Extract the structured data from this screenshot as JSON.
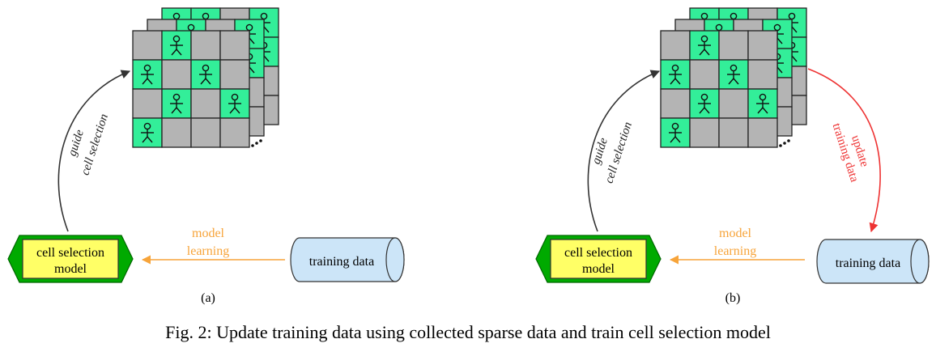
{
  "caption": "Fig. 2: Update training data using collected sparse data and train cell selection model",
  "colors": {
    "cell_occupied": "#33ee99",
    "cell_empty": "#b4b4b4",
    "model_fill": "#ffff66",
    "model_border": "#00aa00",
    "cylinder_fill": "#cce5f8",
    "learning_arrow": "#f7a43a",
    "guide_arrow": "#333333",
    "update_arrow": "#ee3333"
  },
  "icons": {
    "person": "person-icon",
    "ellipsis": "ellipsis-icon"
  },
  "grid_front": [
    [
      0,
      1,
      0,
      0
    ],
    [
      1,
      0,
      1,
      0
    ],
    [
      0,
      1,
      0,
      1
    ],
    [
      1,
      0,
      0,
      0
    ]
  ],
  "panels": [
    {
      "id": "a",
      "label": "(a)",
      "model_line1": "cell selection",
      "model_line2": "model",
      "training_data": "training data",
      "learning_line1": "model",
      "learning_line2": "learning",
      "guide_line1": "guide",
      "guide_line2": "cell selection"
    },
    {
      "id": "b",
      "label": "(b)",
      "model_line1": "cell selection",
      "model_line2": "model",
      "training_data": "training data",
      "learning_line1": "model",
      "learning_line2": "learning",
      "guide_line1": "guide",
      "guide_line2": "cell selection",
      "update_line1": "update",
      "update_line2": "training data"
    }
  ]
}
